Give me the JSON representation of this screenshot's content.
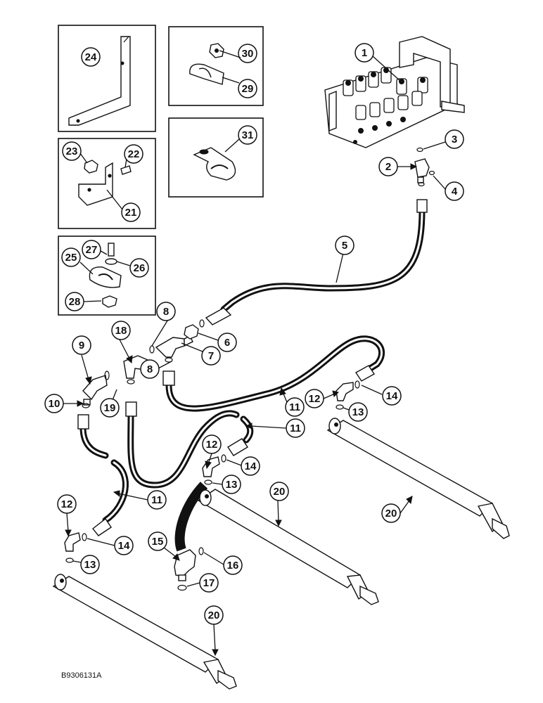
{
  "drawing_code": "B9306131A",
  "callouts": [
    {
      "id": "c1",
      "label": "1"
    },
    {
      "id": "c2",
      "label": "2"
    },
    {
      "id": "c3",
      "label": "3"
    },
    {
      "id": "c4",
      "label": "4"
    },
    {
      "id": "c5",
      "label": "5"
    },
    {
      "id": "c6",
      "label": "6"
    },
    {
      "id": "c7",
      "label": "7"
    },
    {
      "id": "c8a",
      "label": "8"
    },
    {
      "id": "c8b",
      "label": "8"
    },
    {
      "id": "c9",
      "label": "9"
    },
    {
      "id": "c10",
      "label": "10"
    },
    {
      "id": "c11a",
      "label": "11"
    },
    {
      "id": "c11b",
      "label": "11"
    },
    {
      "id": "c11c",
      "label": "11"
    },
    {
      "id": "c12a",
      "label": "12"
    },
    {
      "id": "c12b",
      "label": "12"
    },
    {
      "id": "c12c",
      "label": "12"
    },
    {
      "id": "c13a",
      "label": "13"
    },
    {
      "id": "c13b",
      "label": "13"
    },
    {
      "id": "c13c",
      "label": "13"
    },
    {
      "id": "c14a",
      "label": "14"
    },
    {
      "id": "c14b",
      "label": "14"
    },
    {
      "id": "c14c",
      "label": "14"
    },
    {
      "id": "c15",
      "label": "15"
    },
    {
      "id": "c16",
      "label": "16"
    },
    {
      "id": "c17",
      "label": "17"
    },
    {
      "id": "c18",
      "label": "18"
    },
    {
      "id": "c19",
      "label": "19"
    },
    {
      "id": "c20a",
      "label": "20"
    },
    {
      "id": "c20b",
      "label": "20"
    },
    {
      "id": "c20c",
      "label": "20"
    },
    {
      "id": "c21",
      "label": "21"
    },
    {
      "id": "c22",
      "label": "22"
    },
    {
      "id": "c23",
      "label": "23"
    },
    {
      "id": "c24",
      "label": "24"
    },
    {
      "id": "c25",
      "label": "25"
    },
    {
      "id": "c26",
      "label": "26"
    },
    {
      "id": "c27",
      "label": "27"
    },
    {
      "id": "c28",
      "label": "28"
    },
    {
      "id": "c29",
      "label": "29"
    },
    {
      "id": "c30",
      "label": "30"
    },
    {
      "id": "c31",
      "label": "31"
    }
  ]
}
